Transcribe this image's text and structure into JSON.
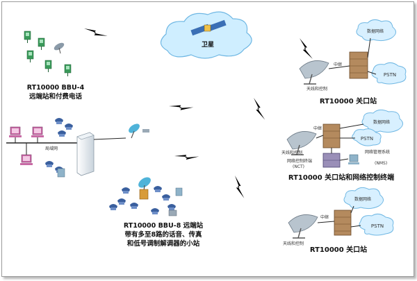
{
  "satellite": {
    "label": "卫星"
  },
  "bbu4": {
    "title": "RT10000 BBU-4",
    "subtitle": "远端站和付费电话"
  },
  "bbu8": {
    "title": "RT10000 BBU-8 远端站",
    "line2": "带有多至8路的话音、传真",
    "line3": "和低号调制解调器的小站"
  },
  "lan_label": "局域网",
  "gateway_top": {
    "caption": "RT10000 关口站",
    "data_net": "数据网络",
    "pstn": "PSTN",
    "trunk": "中继",
    "antenna": "天线和控制"
  },
  "gateway_mid": {
    "caption": "RT10000 关口站和网络控制终端",
    "data_net": "数据网络",
    "pstn": "PSTN",
    "trunk": "中继",
    "antenna": "天线和控制",
    "nct_name": "网络控制终端",
    "nct_code": "(NCT)",
    "nms_name": "网络管理系统",
    "nms_code": "(NMS)"
  },
  "gateway_bot": {
    "caption": "RT10000 关口站",
    "data_net": "数据网络",
    "pstn": "PSTN",
    "trunk": "中继",
    "antenna": "天线和控制"
  }
}
